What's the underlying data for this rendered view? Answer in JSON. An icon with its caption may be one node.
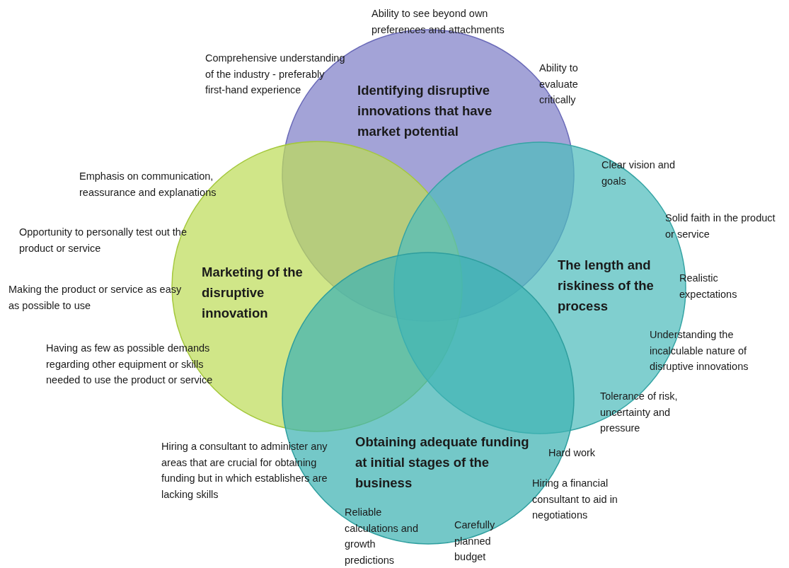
{
  "diagram": {
    "nodes": [
      {
        "text": [
          "Identifying disruptive innovations that have market potential"
        ]
      },
      {
        "text": [
          "Marketing of the disruptive innovation"
        ]
      },
      {
        "text": [
          "The length and riskiness of the process"
        ]
      },
      {
        "text": [
          "Obtaining adequate funding at initial stages of the business"
        ]
      }
    ],
    "edges": [],
    "labels": [
      "Ability to see beyond own preferences and attachments",
      "Comprehensive understanding of the industry - preferably first-hand experience",
      "Ability to evaluate critically",
      "Emphasis on communication, reassurance and explanations",
      "Clear vision and goals",
      "Solid faith in the product or service",
      "Opportunity to personally test out the product or service",
      "Making the product or service as easy as possible to use",
      "Realistic expectations",
      "Understanding the incalculable nature of disruptive innovations",
      "Having as few as possible demands regarding other equipment or skills needed to use the product or service",
      "Tolerance of risk, uncertainty and pressure",
      "Hard work",
      "Hiring a consultant to administer any areas that are crucial for obtaining funding but in which establishers are lacking skills",
      "Hiring a financial consultant to aid in negotiations",
      "Reliable calculations and growth predictions",
      "Carefully planned budget"
    ]
  }
}
